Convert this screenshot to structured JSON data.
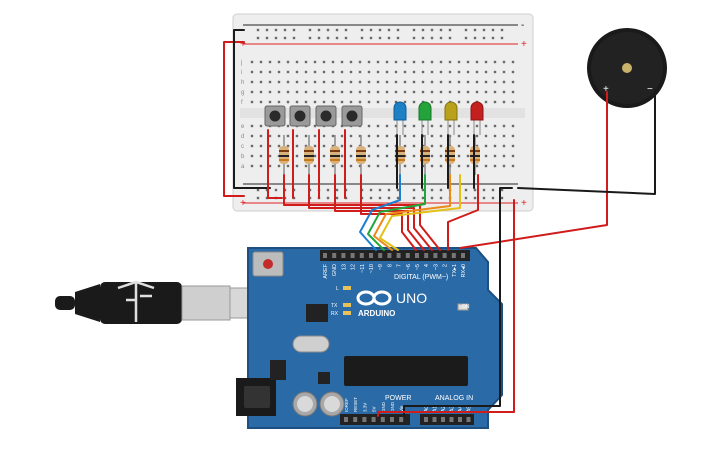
{
  "board": {
    "brand": "ARDUINO",
    "model": "UNO",
    "digital_header": "DIGITAL (PWM~)",
    "digital_pins": [
      "AREF",
      "GND",
      "13",
      "12",
      "~11",
      "~10",
      "~9",
      "8",
      "7",
      "~6",
      "~5",
      "4",
      "~3",
      "2",
      "TX▸1",
      "RX◂0"
    ],
    "power_label": "POWER",
    "power_pins": [
      "IOREF",
      "RESET",
      "3.3V",
      "5V",
      "GND",
      "GND",
      "Vin"
    ],
    "analog_label": "ANALOG IN",
    "analog_pins": [
      "A0",
      "A1",
      "A2",
      "A3",
      "A4",
      "A5"
    ],
    "led_labels": [
      "L",
      "TX",
      "RX"
    ],
    "on_label": "ON",
    "colors": {
      "pcb": "#2a6aa6",
      "pcb_edge": "#1d4f80",
      "header": "#222222",
      "chip": "#1b1b1b"
    }
  },
  "breadboard": {
    "row_letters_top": [
      "j",
      "i",
      "h",
      "g",
      "f"
    ],
    "row_letters_bottom": [
      "e",
      "d",
      "c",
      "b",
      "a"
    ],
    "columns": 30,
    "rail_plus": "+",
    "rail_minus": "-"
  },
  "buzzer": {
    "plus_label": "+",
    "minus_label": "−"
  },
  "components": {
    "buttons": 4,
    "resistors": 8,
    "leds": [
      {
        "name": "blue",
        "color": "#1d7fc4"
      },
      {
        "name": "green",
        "color": "#23a33a"
      },
      {
        "name": "yellow",
        "color": "#b9a11b"
      },
      {
        "name": "red",
        "color": "#c42020"
      }
    ]
  },
  "wire_colors": {
    "red": "#d11c1c",
    "black": "#1a1a1a",
    "blue": "#1b7fd0",
    "green": "#22a63a",
    "orange": "#ec8a17",
    "yellow": "#e2c117"
  }
}
